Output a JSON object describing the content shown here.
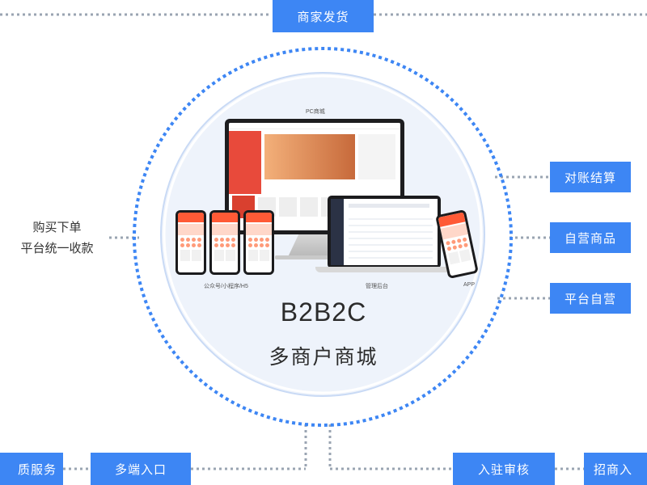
{
  "top_box": "商家发货",
  "right_boxes": [
    "对账结算",
    "自营商品",
    "平台自营"
  ],
  "bottom_boxes": [
    "质服务",
    "多端入口",
    "入驻审核",
    "招商入"
  ],
  "left_text": [
    "购买下单",
    "平台统一收款"
  ],
  "center": {
    "title": "B2B2C",
    "subtitle": "多商户商城"
  },
  "device_labels": {
    "pc": "PC商城",
    "mini": "公众号/小程序/H5",
    "admin": "管理后台",
    "app": "APP"
  },
  "colors": {
    "accent": "#3d86f4",
    "circle_fill": "#eef3fb",
    "dotted": "#9aa4b2"
  }
}
